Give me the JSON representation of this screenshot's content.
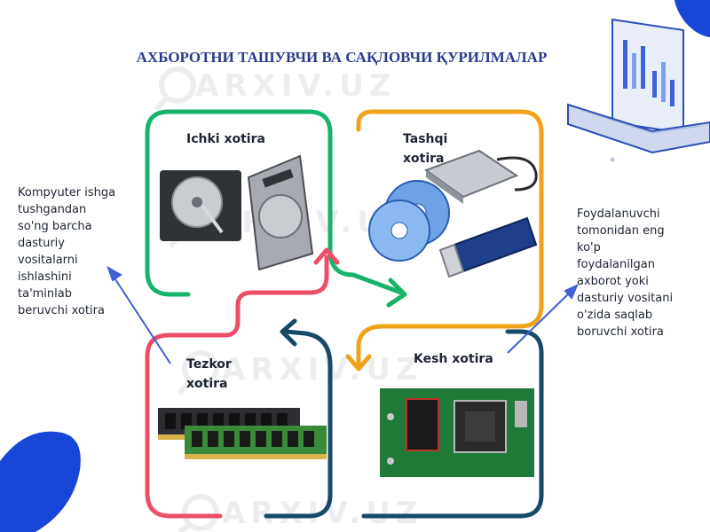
{
  "title": "АХБОРОТНИ ТАШУВЧИ ВА САҚЛОВЧИ ҚУРИЛМАЛАР",
  "quadrants": {
    "internal": "Ichki xotira",
    "external": "Tashqi xotira",
    "ram": "Tezkor xotira",
    "cache": "Kesh xotira"
  },
  "left_note": "Kompyuter ishga\n tushgandan\nso'ng barcha\ndasturiy\nvositalarni\nishlashini\nta'minlab\nberuvchi xotira",
  "right_note": "Foydalanuvchi\ntomonidan eng\nko'p\nfoydalanilgan\naxborot yoki\ndasturiy vositani\n o'zida saqlab\nboruvchi xotira",
  "watermark": "ARXIV.UZ",
  "colors": {
    "green": "#16b36a",
    "orange": "#f0a21a",
    "red": "#ee4d68",
    "navy": "#164a66",
    "pointer": "#3f5fd6",
    "corner_blue": "#1846d6"
  }
}
